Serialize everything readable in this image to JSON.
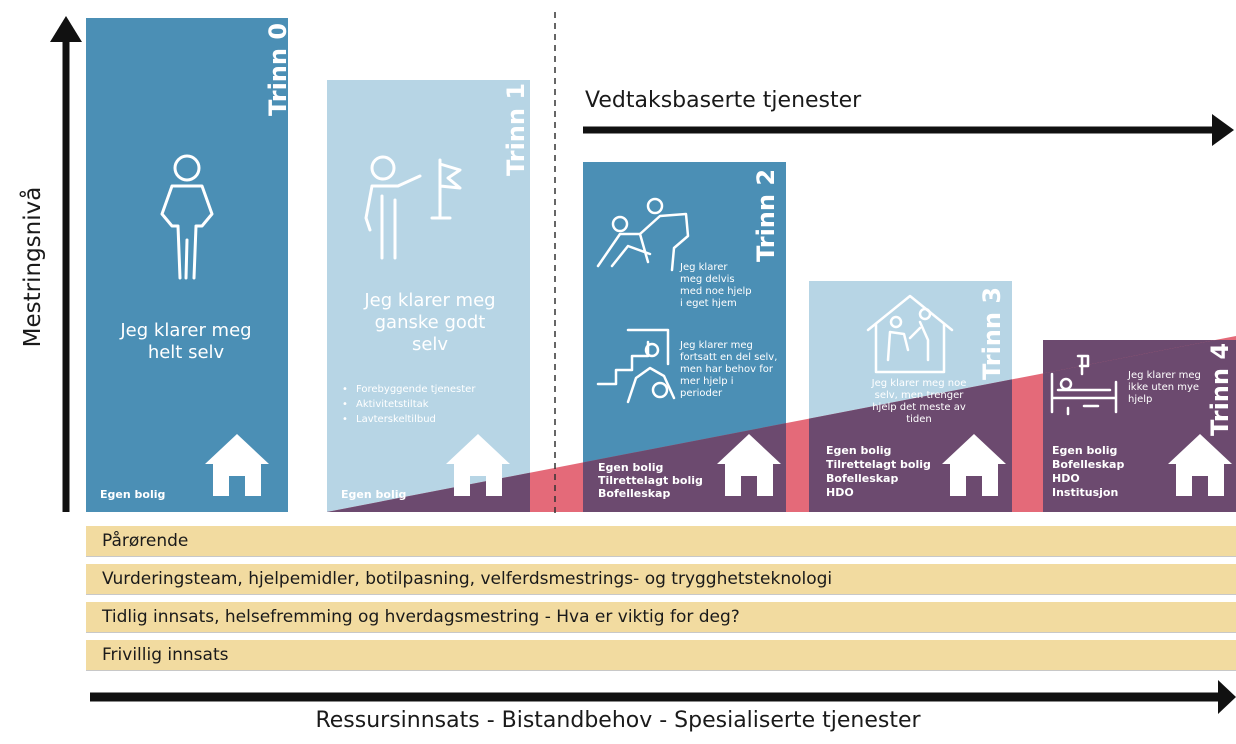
{
  "y_axis_label": "Mestringsnivå",
  "header_label": "Vedtaksbaserte tjenester",
  "footer_label": "Ressursinnsats - Bistandbehov - Spesialiserte tjenester",
  "colors": {
    "dark_blue": "#4b8fb5",
    "light_blue": "#b7d5e5",
    "pink": "#e46a79",
    "purple": "#6c4a6f",
    "sand": "#f2dba0",
    "arrow": "#111111"
  },
  "steps": [
    {
      "title": "Trinn 0",
      "icon": "standing-person-icon",
      "text": "Jeg klarer meg helt selv",
      "housing": [
        "Egen bolig"
      ]
    },
    {
      "title": "Trinn 1",
      "icon": "person-with-flag-icon",
      "text": "Jeg klarer meg ganske godt selv",
      "bullets": [
        "Forebyggende tjenester",
        "Aktivitetstiltak",
        "Lavterskeltilbud"
      ],
      "housing": [
        "Egen bolig"
      ]
    },
    {
      "title": "Trinn 2",
      "icon_a": "helping-hand-climb-icon",
      "text_a": "Jeg klarer meg delvis med noe hjelp i eget hjem",
      "icon_b": "assisted-stairs-icon",
      "text_b": "Jeg klarer meg fortsatt en del selv, men har behov for mer hjelp i perioder",
      "housing": [
        "Egen bolig",
        "Tilrettelagt bolig",
        "Bofelleskap"
      ]
    },
    {
      "title": "Trinn 3",
      "icon": "care-at-home-icon",
      "text": "Jeg klarer meg noe selv, men trenger hjelp det meste av tiden",
      "housing": [
        "Egen bolig",
        "Tilrettelagt bolig",
        "Bofelleskap",
        "HDO"
      ]
    },
    {
      "title": "Trinn 4",
      "icon": "hospital-bed-icon",
      "text": "Jeg klarer meg ikke uten mye hjelp",
      "housing": [
        "Egen bolig",
        "Bofelleskap",
        "HDO",
        "Institusjon"
      ]
    }
  ],
  "bands": [
    "Pårørende",
    "Vurderingsteam, hjelpemidler, botilpasning, velferdsmestrings- og trygghetsteknologi",
    "Tidlig innsats, helsefremming og hverdagsmestring - Hva er viktig for deg?",
    "Frivillig innsats"
  ],
  "house_icon": "house-icon"
}
